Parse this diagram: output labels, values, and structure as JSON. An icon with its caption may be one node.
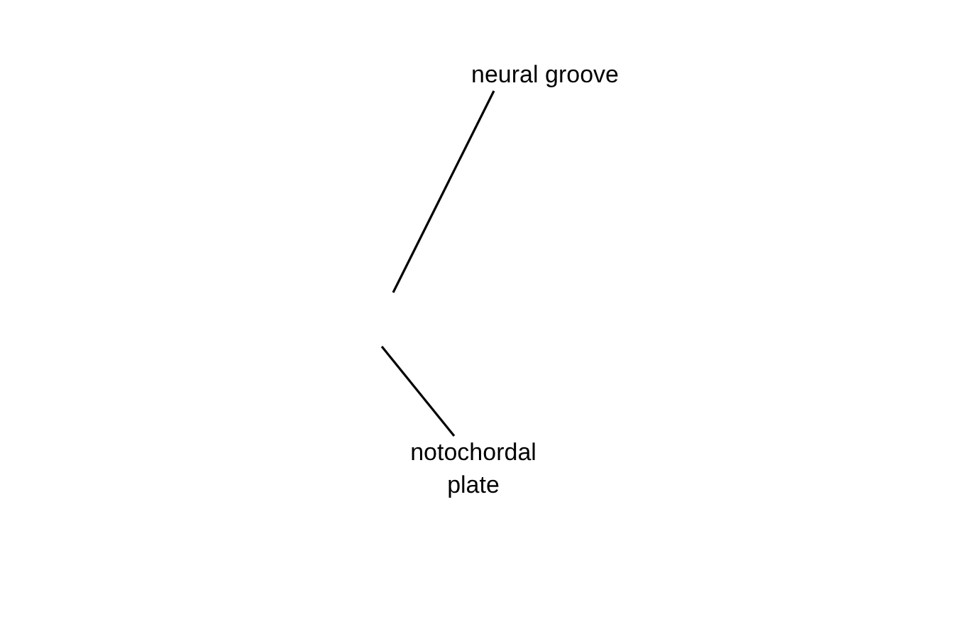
{
  "diagram": {
    "nodes": [
      {
        "text": [
          "neural groove"
        ]
      },
      {
        "text": [
          "notochordal plate"
        ]
      }
    ],
    "edges": [
      {
        "from": 0,
        "to": null,
        "arrow": "none"
      },
      {
        "from": 1,
        "to": null,
        "arrow": "none"
      }
    ]
  }
}
